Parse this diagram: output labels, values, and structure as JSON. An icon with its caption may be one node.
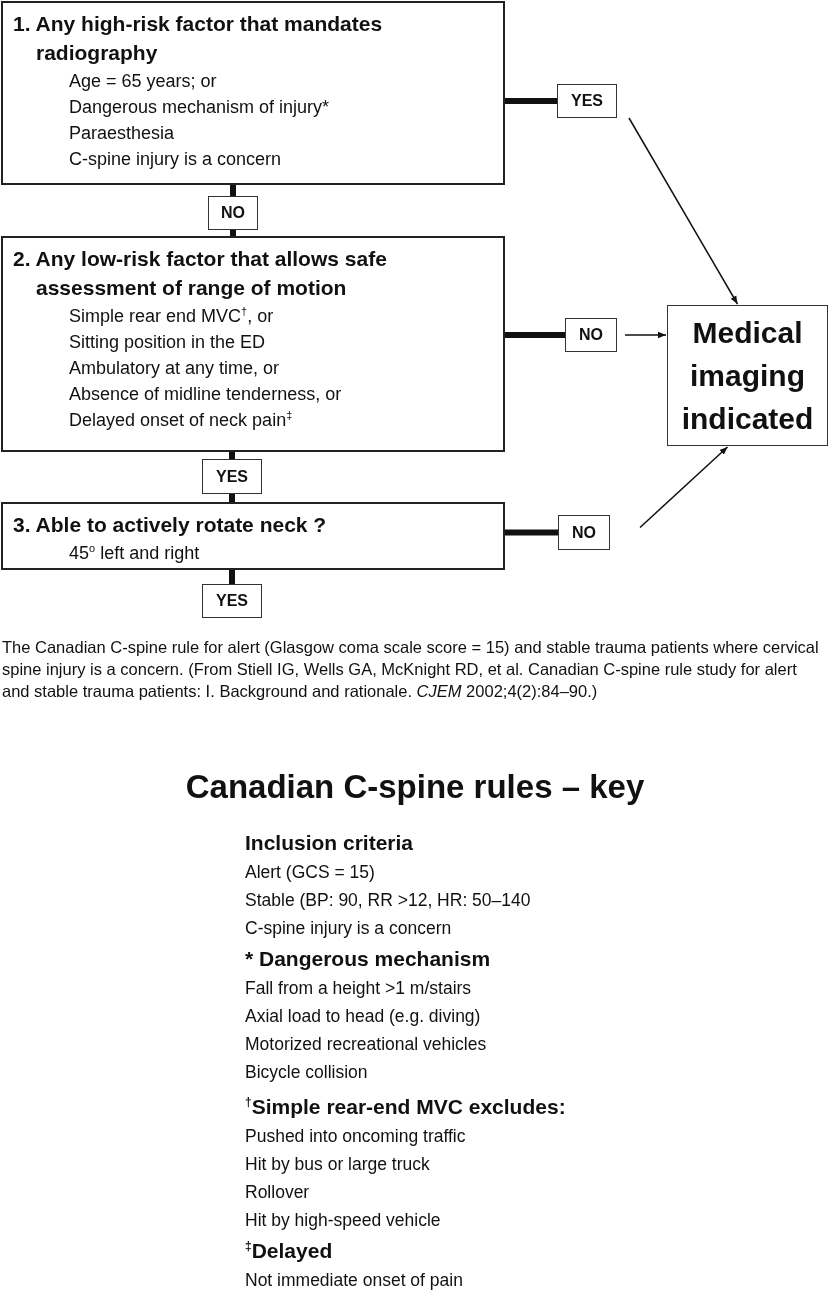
{
  "diagram": {
    "caption": "The Canadian C-spine rule for alert (Glasgow coma scale score = 15) and stable trauma patients where cervical spine injury is a concern. (From Stiell IG, Wells GA, McKnight RD, et al. Canadian C-spine rule study for alert and stable trauma patients: I. Background and rationale. *CJEM* 2002;4(2):84–90.)",
    "nodes": [
      {
        "text": [
          "1. Any high-risk factor that mandates radiography",
          "Age = 65 years; or",
          "Dangerous mechanism of injury*",
          "Paraesthesia",
          "C-spine injury is a concern"
        ]
      },
      {
        "text": [
          "YES"
        ]
      },
      {
        "text": [
          "NO"
        ]
      },
      {
        "text": [
          "2. Any low-risk factor that allows safe assessment of range of motion",
          "Simple rear end MVC$^{†}$, or",
          "Sitting position in the ED",
          "Ambulatory at any time, or",
          "Absence of midline tenderness, or",
          "Delayed onset of neck pain$^{‡}$"
        ]
      },
      {
        "text": [
          "NO"
        ]
      },
      {
        "text": [
          "Medical imaging indicated"
        ]
      },
      {
        "text": [
          "YES"
        ]
      },
      {
        "text": [
          "3. Able to actively rotate neck ?",
          "45$^{o}$ left and right"
        ]
      },
      {
        "text": [
          "NO"
        ]
      },
      {
        "text": [
          "YES"
        ]
      }
    ],
    "edges": [
      {
        "from": 0,
        "to": 1,
        "arrow": "none"
      },
      {
        "from": 1,
        "to": 5,
        "arrow": "to"
      },
      {
        "from": 0,
        "to": 2,
        "arrow": "none"
      },
      {
        "from": 2,
        "to": 3,
        "arrow": "none"
      },
      {
        "from": 3,
        "to": 4,
        "arrow": "none"
      },
      {
        "from": 4,
        "to": 5,
        "arrow": "to"
      },
      {
        "from": 3,
        "to": 6,
        "arrow": "none"
      },
      {
        "from": 6,
        "to": 7,
        "arrow": "none"
      },
      {
        "from": 7,
        "to": 8,
        "arrow": "none"
      },
      {
        "from": 8,
        "to": 5,
        "arrow": "to"
      },
      {
        "from": 7,
        "to": 9,
        "arrow": "none"
      }
    ],
    "labels": [
      "Canadian C-spine rules – key",
      "Inclusion criteria",
      "Alert (GCS = 15)",
      "Stable (BP: 90, RR >12, HR: 50–140",
      "C-spine injury is a concern",
      "* Dangerous mechanism",
      "Fall from a height >1 m/stairs",
      "Axial load to head (e.g. diving)",
      "Motorized recreational vehicles",
      "Bicycle collision",
      "$^{†}$Simple rear-end MVC excludes:",
      "Pushed into oncoming traffic",
      "Hit by bus or large truck",
      "Rollover",
      "Hit by high-speed vehicle",
      "$^{‡}$Delayed",
      "Not immediate onset of pain"
    ]
  }
}
